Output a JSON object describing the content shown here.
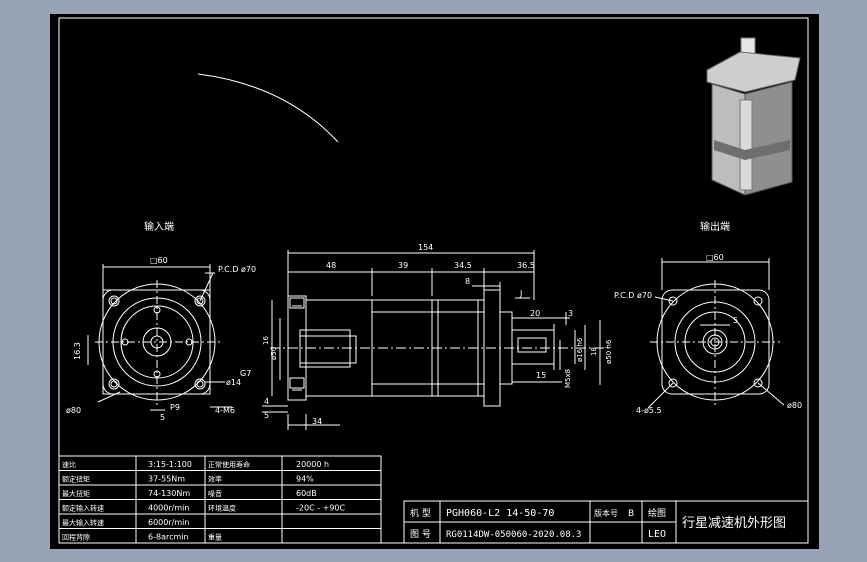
{
  "input_view": {
    "title": "输入端",
    "size_label": "□60",
    "pcd_label": "P.C.D ø70",
    "pilot_label": "ø80",
    "g_label": "G7",
    "thread_label": "4-M6",
    "hole_label": "ø14",
    "key_label": "P9",
    "key_h_label": "16.3",
    "key_w_label": "5"
  },
  "output_view": {
    "title": "输出端",
    "size_label": "□60",
    "pcd_label": "P.C.D ø70",
    "pilot_label": "ø80",
    "hole_label": "4-ø5.5",
    "key_label": "5"
  },
  "side_view": {
    "overall_length": "154",
    "dims_top": [
      "48",
      "39",
      "34.5",
      "36.5"
    ],
    "dim_b": "8",
    "dim_j": "J",
    "dim_left_a": "4",
    "dim_left_b": "5",
    "dim_bottom": "34",
    "dim_shaft_len": "20",
    "dim_shaft_end": "3",
    "dim_key_len": "15",
    "dim_m": "M5x8",
    "dim_d1": "ø16 h6",
    "dim_d2": "18",
    "dim_d3": "ø50 h6",
    "dim_left_d1": "ø50",
    "dim_left_d2": "16"
  },
  "spec_table": {
    "rows": [
      [
        "速比",
        "3:15-1:100",
        "正常使用寿命",
        "20000 h"
      ],
      [
        "额定扭矩",
        "37-55Nm",
        "效率",
        "94%"
      ],
      [
        "最大扭矩",
        "74-130Nm",
        "噪音",
        "60dB"
      ],
      [
        "额定输入转速",
        "4000r/min",
        "环境温度",
        "-20C - +90C"
      ],
      [
        "最大输入转速",
        "6000r/min",
        "",
        ""
      ],
      [
        "回程背隙",
        "6-8arcmin",
        "重量",
        ""
      ]
    ]
  },
  "title_block": {
    "model_label": "机 型",
    "model_value": "PGH060-L2 14-50-70",
    "drawing_label": "图 号",
    "drawing_value": "RG0114DW-050060-2020.08.3",
    "version_label": "版本号",
    "version_value": "B",
    "designer_label": "绘图",
    "designer_value": "LEO",
    "drawing_title": "行星减速机外形图"
  }
}
